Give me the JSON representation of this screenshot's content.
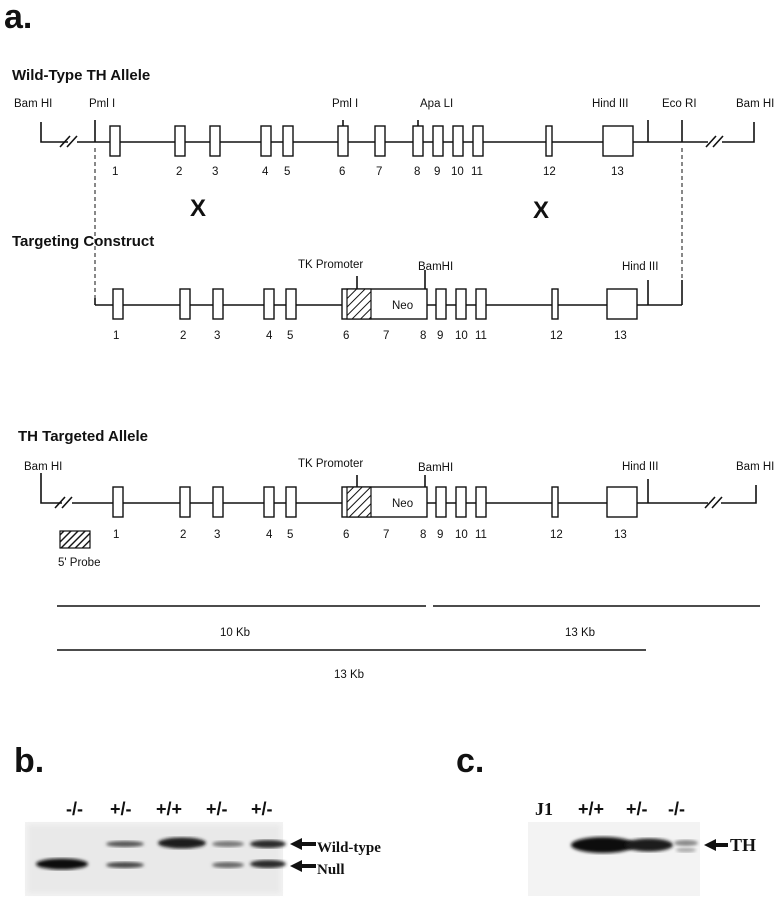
{
  "panel_a": {
    "label": "a.",
    "wt_title": "Wild-Type TH Allele",
    "wt_sites": [
      "Bam HI",
      "Pml I",
      "Pml I",
      "Apa LI",
      "Hind III",
      "Eco RI",
      "Bam HI"
    ],
    "exon_numbers": [
      "1",
      "2",
      "3",
      "4",
      "5",
      "6",
      "7",
      "8",
      "9",
      "10",
      "11",
      "12",
      "13"
    ],
    "crossover_mark": "X",
    "construct_title": "Targeting Construct",
    "tk_promoter": "TK Promoter",
    "neo": "Neo",
    "bamhi": "BamHI",
    "hind": "Hind III",
    "targeted_title": "TH Targeted Allele",
    "targeted_bam_left": "Bam HI",
    "targeted_bam_right": "Bam HI",
    "probe": "5' Probe",
    "fragments": [
      "10 Kb",
      "13 Kb",
      "13 Kb"
    ]
  },
  "panel_b": {
    "label": "b.",
    "lanes": [
      "-/-",
      "+/-",
      "+/+",
      "+/-",
      "+/-"
    ],
    "bands": [
      "Wild-type",
      "Null"
    ]
  },
  "panel_c": {
    "label": "c.",
    "lanes": [
      "J1",
      "+/+",
      "+/-",
      "-/-"
    ],
    "band": "TH"
  }
}
